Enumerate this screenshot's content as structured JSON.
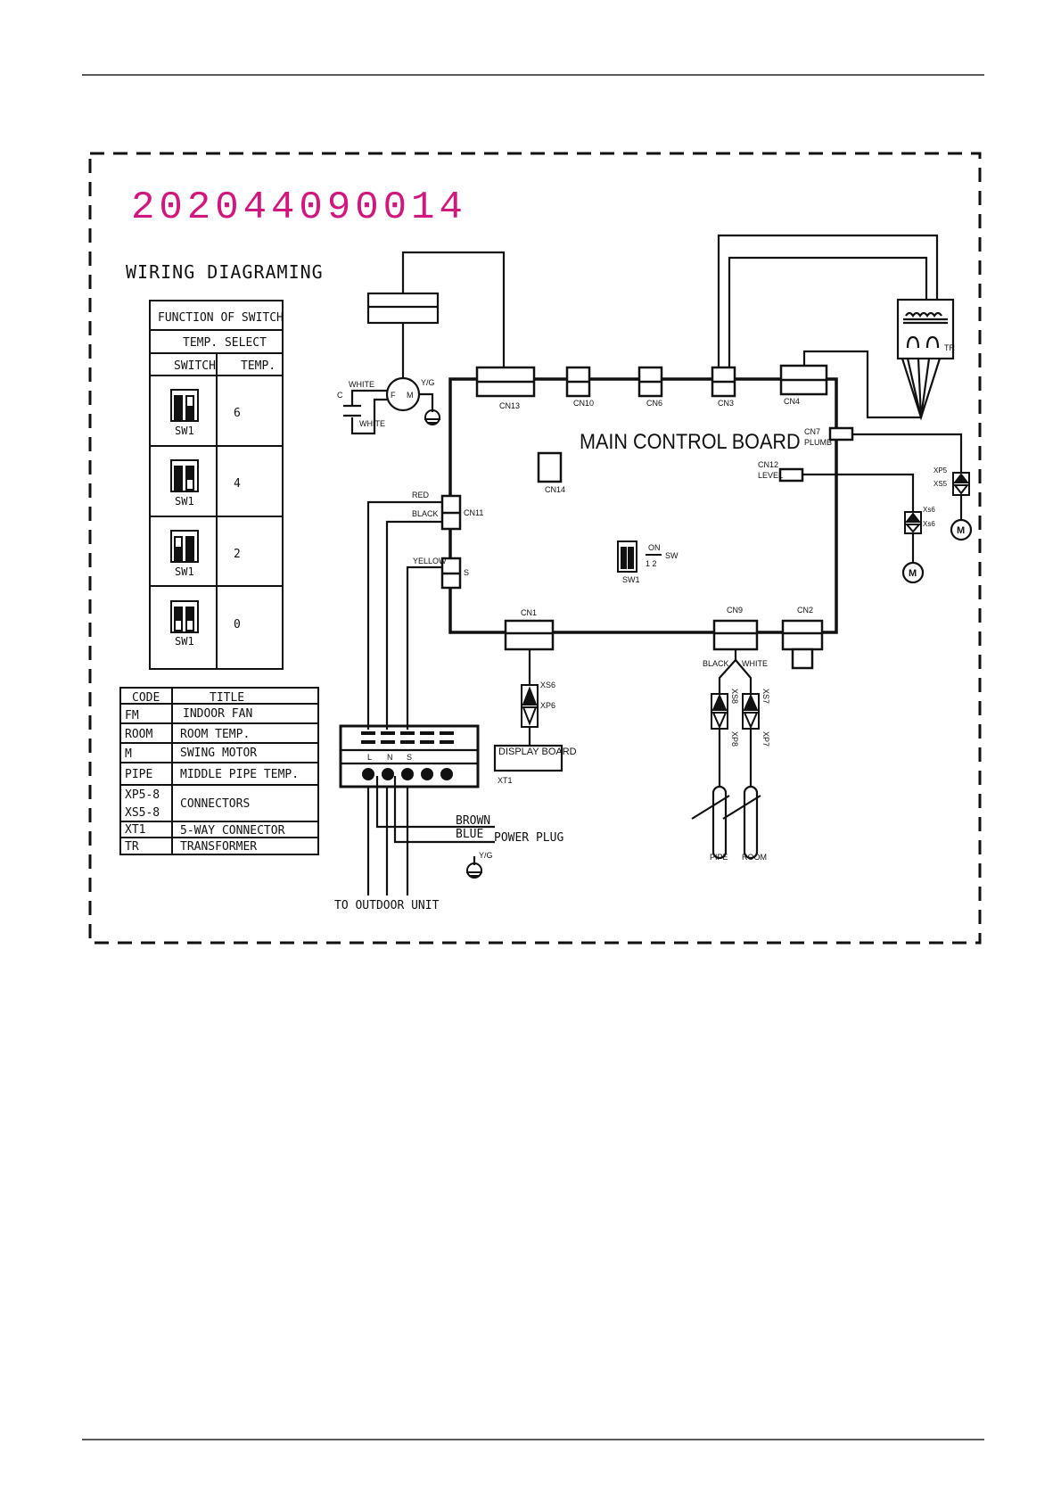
{
  "part_number": "202044090014",
  "diagram_title": "WIRING DIAGRAMING",
  "switch_table": {
    "header": "FUNCTION OF SWITCH",
    "subheader": "TEMP. SELECT",
    "col_switch": "SWITCH",
    "col_temp": "TEMP.",
    "rows": [
      {
        "label": "SW1",
        "temp": "6"
      },
      {
        "label": "SW1",
        "temp": "4"
      },
      {
        "label": "SW1",
        "temp": "2"
      },
      {
        "label": "SW1",
        "temp": "0"
      }
    ]
  },
  "code_table": {
    "col_code": "CODE",
    "col_title": "TITLE",
    "rows": [
      {
        "code": "FM",
        "title": "INDOOR FAN"
      },
      {
        "code": "ROOM",
        "title": "ROOM TEMP."
      },
      {
        "code": "M",
        "title": "SWING MOTOR"
      },
      {
        "code": "PIPE",
        "title": "MIDDLE PIPE TEMP."
      },
      {
        "code": "XP5-8",
        "code2": "XS5-8",
        "title": "CONNECTORS"
      },
      {
        "code": "XT1",
        "title": "5-WAY CONNECTOR"
      },
      {
        "code": "TR",
        "title": "TRANSFORMER"
      }
    ]
  },
  "board": {
    "title": "MAIN CONTROL BOARD",
    "cn13": "CN13",
    "cn10": "CN10",
    "cn6": "CN6",
    "cn3": "CN3",
    "cn4": "CN4",
    "cn7": "CN7",
    "plumb": "PLUMB",
    "cn12": "CN12",
    "level": "LEVEL",
    "cn14": "CN14",
    "cn11": "CN11",
    "s": "S",
    "cn1": "CN1",
    "cn9": "CN9",
    "cn2": "CN2",
    "sw": "SW",
    "sw_on": "ON",
    "sw_12": "1  2",
    "sw1": "SW1"
  },
  "wires": {
    "white": "WHITE",
    "yg": "Y/G",
    "c": "C",
    "f": "F",
    "m": "M",
    "white2": "WHITE",
    "red": "RED",
    "black": "BLACK",
    "yellow": "YELLOW",
    "black2": "BLACK",
    "white3": "WHITE",
    "brown": "BROWN",
    "blue": "BLUE",
    "power_plug": "POWER PLUG",
    "yg2": "Y/G",
    "to_outdoor": "TO OUTDOOR UNIT"
  },
  "connectors": {
    "xs6": "XS6",
    "xp6": "XP6",
    "display_board": "DISPLAY BOARD",
    "xt1": "XT1",
    "xs8": "XS8",
    "xp8": "XP8",
    "xs7": "XS7",
    "xp7": "XP7",
    "pipe": "PIPE",
    "room": "ROOM",
    "xp5": "XP5",
    "xs5": "XS5",
    "xs6b": "Xs6",
    "xp6b": "Xs6",
    "tr": "TR",
    "motor": "M",
    "terminal_l": "L",
    "terminal_n": "N",
    "terminal_s": "S"
  },
  "colors": {
    "part_number": "#d0177e",
    "ink": "#111111"
  }
}
